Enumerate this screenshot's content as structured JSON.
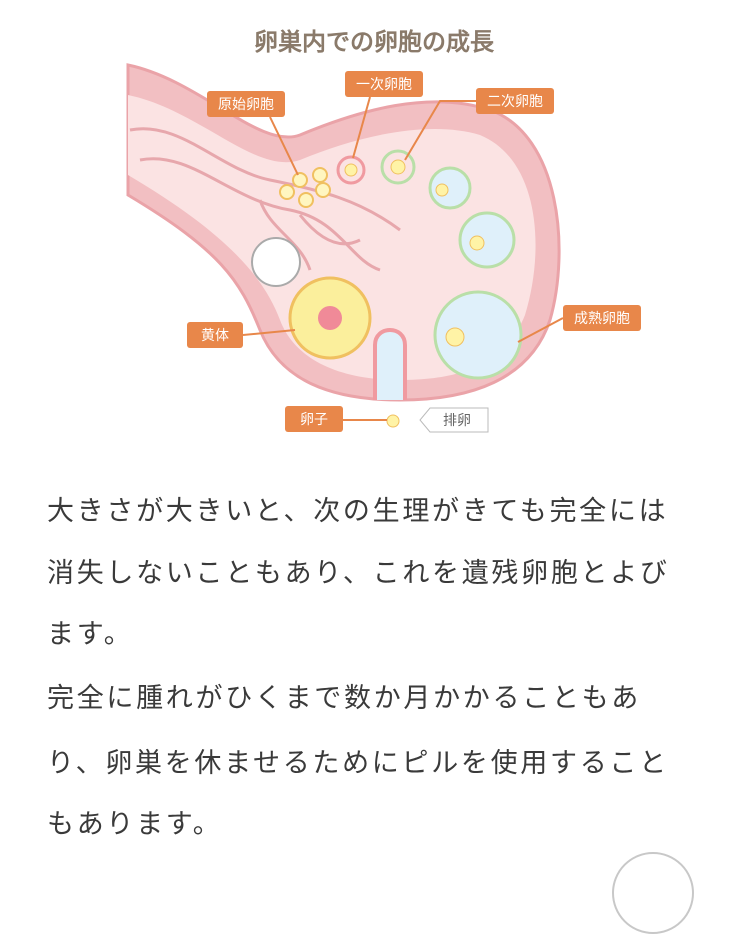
{
  "figure": {
    "title": "卵巣内での卵胞の成長",
    "labels": {
      "primordial": "原始卵胞",
      "primary": "一次卵胞",
      "secondary": "二次卵胞",
      "mature": "成熟卵胞",
      "corpus_luteum": "黄体",
      "ovum": "卵子",
      "ovulation": "排卵"
    },
    "colors": {
      "label_bg": "#e8874a",
      "ovary": "#f4c6c8",
      "ovary_inner": "#fbe4e4",
      "follicle": "#dff0fa",
      "yolk": "#fff3a6"
    }
  },
  "paragraphs": [
    "大きさが大きいと、次の生理がきても完全には",
    "消失しないこともあり、これを遺残卵胞とよび",
    "ます。",
    "完全に腫れがひくまで数か月かかることもあ",
    "り、卵巣を休ませるためにピルを使用すること",
    "もあります。"
  ]
}
